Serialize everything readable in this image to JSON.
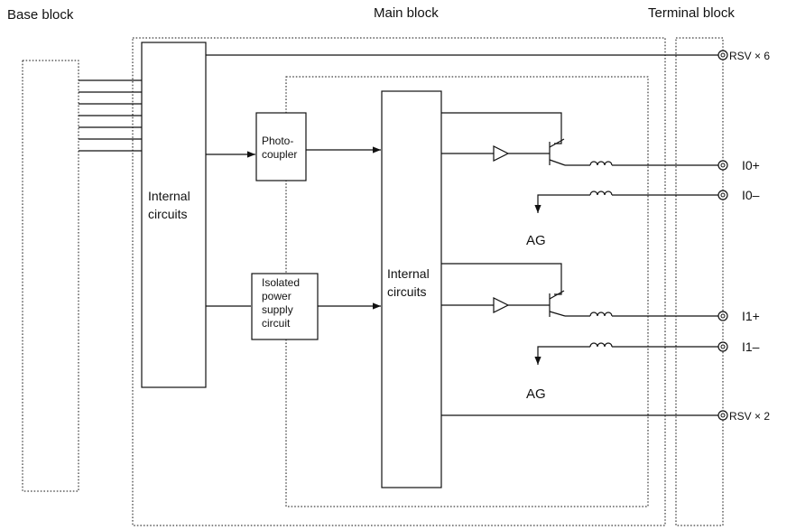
{
  "headers": {
    "base": "Base block",
    "main": "Main block",
    "terminal": "Terminal block"
  },
  "boxes": {
    "internal_left": [
      "Internal",
      "circuits"
    ],
    "photocoupler": [
      "Photo-",
      "coupler"
    ],
    "isolated": [
      "Isolated",
      "power",
      "supply",
      "circuit"
    ],
    "internal_center": [
      "Internal",
      "circuits"
    ]
  },
  "terminals": {
    "rsv_top": "RSV × 6",
    "i0_plus": "I0+",
    "i0_minus": "I0–",
    "i1_plus": "I1+",
    "i1_minus": "I1–",
    "rsv_bottom": "RSV × 2"
  },
  "ground": {
    "ag1": "AG",
    "ag2": "AG"
  }
}
